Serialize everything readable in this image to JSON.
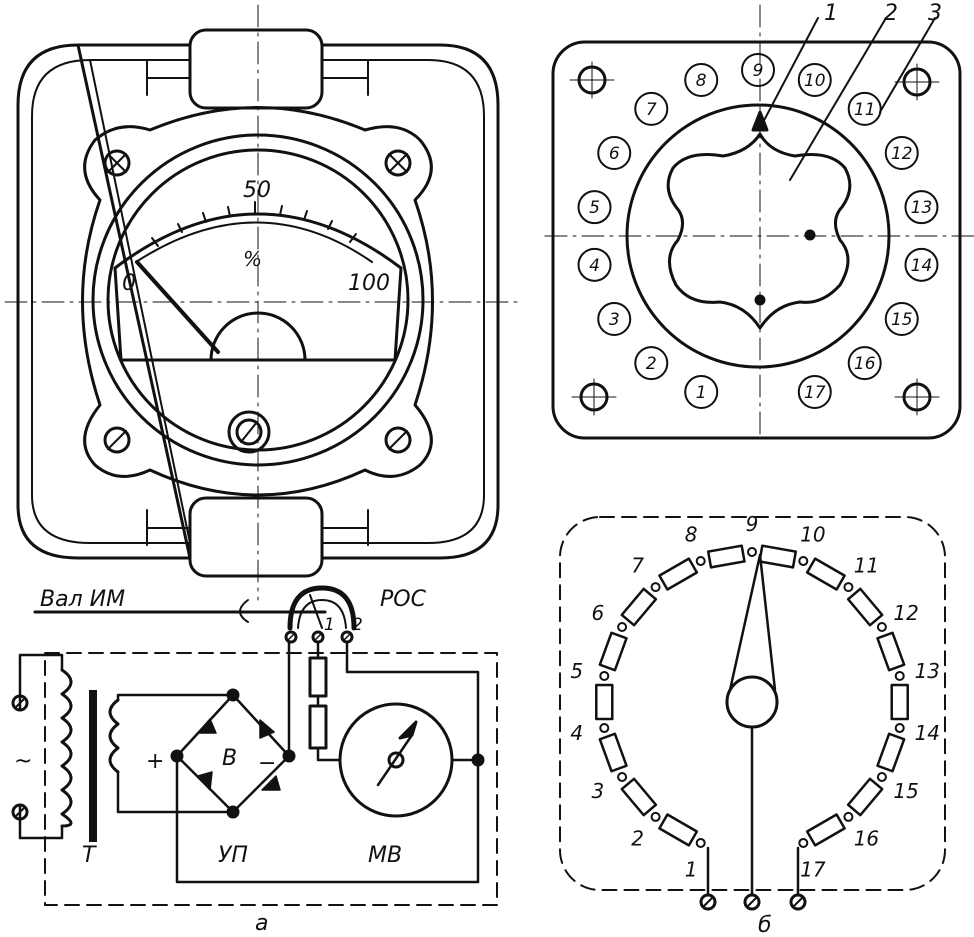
{
  "meter": {
    "scale_min": "0",
    "scale_mid": "50",
    "scale_max": "100",
    "unit": "%"
  },
  "switch_panel": {
    "callouts": [
      "1",
      "2",
      "3"
    ],
    "contacts": [
      "1",
      "2",
      "3",
      "4",
      "5",
      "6",
      "7",
      "8",
      "9",
      "10",
      "11",
      "12",
      "13",
      "14",
      "15",
      "16",
      "17"
    ]
  },
  "schematic": {
    "shaft_label": "Вал ИМ",
    "roc_label": "РОС",
    "roc_terminals": [
      "1",
      "2"
    ],
    "transformer_label": "Т",
    "bridge_label": "В",
    "plus_sign": "+",
    "minus_sign": "−",
    "rectifier_label": "УП",
    "millivoltmeter_label": "МВ",
    "ac_symbol": "~",
    "panel_letter": "а"
  },
  "rheostat": {
    "taps": [
      "1",
      "2",
      "3",
      "4",
      "5",
      "6",
      "7",
      "8",
      "9",
      "10",
      "11",
      "12",
      "13",
      "14",
      "15",
      "16",
      "17"
    ],
    "panel_letter": "б"
  }
}
